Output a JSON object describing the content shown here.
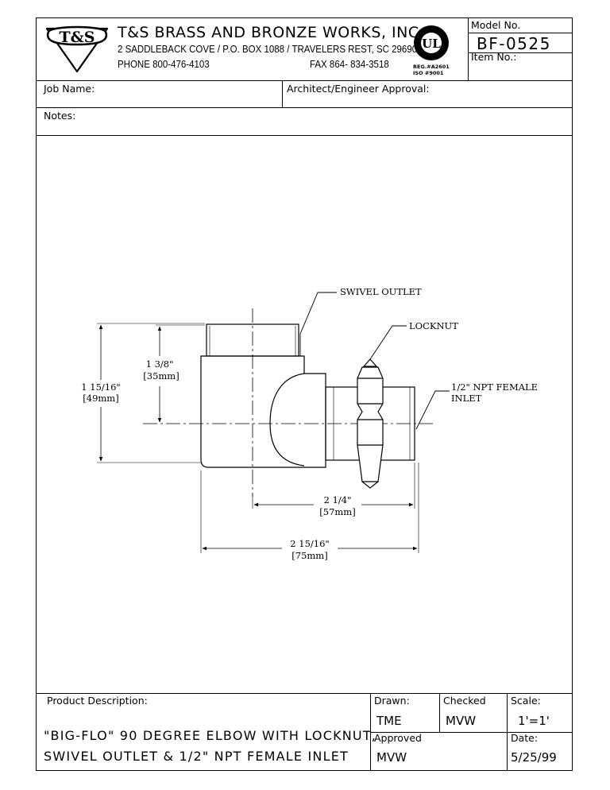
{
  "header": {
    "logo_text": "T&S",
    "company_name": "T&S BRASS AND BRONZE WORKS, INC.",
    "address": "2 SADDLEBACK COVE / P.O. BOX 1088 / TRAVELERS REST, SC 29690",
    "phone": "PHONE 800-476-4103",
    "fax": "FAX  864- 834-3518",
    "ul_mark": "UL",
    "reg_line1": "REG.#A2601",
    "reg_line2": "ISO #9001",
    "model_label": "Model No.",
    "model_value": "BF-0525",
    "item_label": "Item No.:"
  },
  "fields": {
    "job_name_label": "Job Name:",
    "approval_label": "Architect/Engineer Approval:",
    "notes_label": "Notes:"
  },
  "drawing": {
    "callout_swivel": "SWIVEL OUTLET",
    "callout_locknut": "LOCKNUT",
    "callout_inlet_1": "1/2\" NPT FEMALE",
    "callout_inlet_2": "INLET",
    "dim_height_1": "1 15/16\"",
    "dim_height_2": "[49mm]",
    "dim_center_1": "1 3/8\"",
    "dim_center_2": "[35mm]",
    "dim_run_1": "2 1/4\"",
    "dim_run_2": "[57mm]",
    "dim_overall_1": "2 15/16\"",
    "dim_overall_2": "[75mm]"
  },
  "footer": {
    "product_desc_label": "Product Description:",
    "desc_line1": "\"BIG-FLO\" 90 DEGREE ELBOW WITH LOCKNUT,",
    "desc_line2": "SWIVEL OUTLET & 1/2\" NPT FEMALE INLET",
    "drawn_label": "Drawn:",
    "drawn_value": "TME",
    "checked_label": "Checked",
    "checked_value": "MVW",
    "scale_label": "Scale:",
    "scale_value": "1'=1'",
    "approved_label": "Approved",
    "approved_value": "MVW",
    "date_label": "Date:",
    "date_value": "5/25/99"
  }
}
